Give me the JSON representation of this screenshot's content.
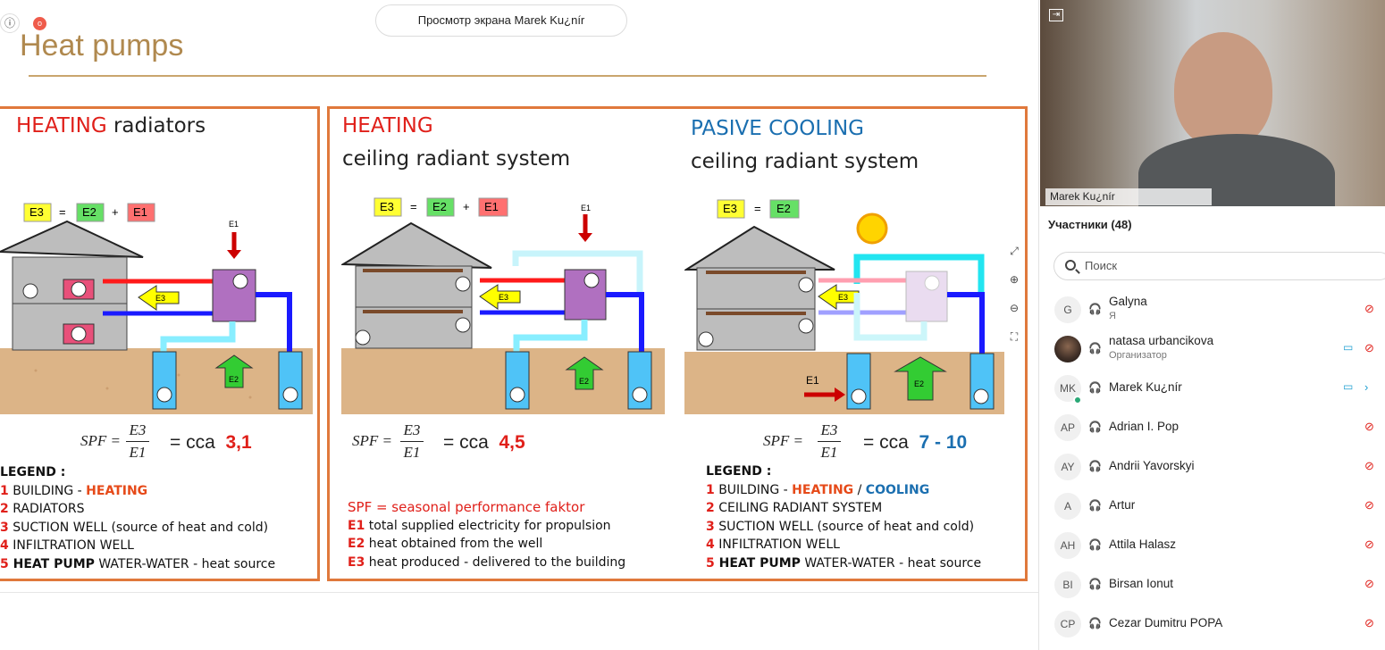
{
  "window": {
    "share_banner": "Просмотр экрана Marek Ku¿nír",
    "info_icon_glyph": "ⓘ",
    "record_indicator": "o"
  },
  "slide": {
    "title": "Heat pumps",
    "panel1": {
      "heading_red": "HEATING",
      "heading_black": " radiators",
      "eq_e3": "E3",
      "eq_eq": "=",
      "eq_e2": "E2",
      "eq_plus": "+",
      "eq_e1": "E1",
      "e1_label": "E1",
      "e3_arrow": "E3",
      "e2_arrow": "E2",
      "spf_lhs": "SPF =",
      "spf_num": "E3",
      "spf_den": "E1",
      "cca": "=  cca",
      "spf_value": "3,1",
      "legend_title": "LEGEND :",
      "legend": [
        {
          "n": "1",
          "text": " BUILDING - ",
          "extra": "HEATING"
        },
        {
          "n": "2",
          "text": " RADIATORS",
          "extra": ""
        },
        {
          "n": "3",
          "text": " SUCTION WELL (source of heat and cold)",
          "extra": ""
        },
        {
          "n": "4",
          "text": " INFILTRATION WELL",
          "extra": ""
        },
        {
          "n": "5",
          "text_bold": " HEAT PUMP",
          "text": " WATER-WATER - heat source"
        }
      ]
    },
    "panel2": {
      "heating_label": "HEATING",
      "heating_sub": "ceiling radiant system",
      "cooling_label": "PASIVE COOLING",
      "cooling_sub": "ceiling radiant system",
      "eq_e3": "E3",
      "eq_eq": "=",
      "eq_e2": "E2",
      "eq_plus": "+",
      "eq_e1": "E1",
      "e1_label": "E1",
      "e3_arrow": "E3",
      "e2_arrow": "E2",
      "spf_lhs": "SPF =",
      "spf_num": "E3",
      "spf_den": "E1",
      "cca": "=  cca",
      "spf_value_heat": "4,5",
      "spf_value_cool": "7 - 10",
      "spf_def": "SPF = seasonal performance faktor",
      "defs": [
        {
          "k": "E1",
          "v": "  total supplied electricity for propulsion"
        },
        {
          "k": "E2",
          "v": "  heat obtained from the well"
        },
        {
          "k": "E3",
          "v": "  heat produced - delivered to the building"
        }
      ],
      "legend_title": "LEGEND :",
      "legend": [
        {
          "n": "1",
          "text": " BUILDING - ",
          "heat": "HEATING",
          "sep": " / ",
          "cool": "COOLING"
        },
        {
          "n": "2",
          "text": " CEILING RADIANT SYSTEM"
        },
        {
          "n": "3",
          "text": " SUCTION WELL (source of heat and cold)"
        },
        {
          "n": "4",
          "text": " INFILTRATION WELL"
        },
        {
          "n": "5",
          "text_bold": " HEAT PUMP",
          "text": " WATER-WATER - heat source"
        }
      ]
    }
  },
  "video": {
    "name_label": "Marek Ku¿nír"
  },
  "participants": {
    "title": "Участники (48)",
    "search_placeholder": "Поиск",
    "list": [
      {
        "initials": "G",
        "name": "Galyna",
        "role": "Я",
        "cam": false
      },
      {
        "initials": "",
        "name": "natasa urbancikova",
        "role": "Организатор",
        "cam": true
      },
      {
        "initials": "MK",
        "name": "Marek Ku¿nír",
        "role": "",
        "cam": true
      },
      {
        "initials": "AP",
        "name": "Adrian I. Pop",
        "role": "",
        "cam": false
      },
      {
        "initials": "AY",
        "name": "Andrii Yavorskyi",
        "role": "",
        "cam": false
      },
      {
        "initials": "A",
        "name": "Artur",
        "role": "",
        "cam": false
      },
      {
        "initials": "AH",
        "name": "Attila Halasz",
        "role": "",
        "cam": false
      },
      {
        "initials": "BI",
        "name": "Birsan Ionut",
        "role": "",
        "cam": false
      },
      {
        "initials": "CP",
        "name": "Cezar Dumitru POPA",
        "role": "",
        "cam": false
      }
    ]
  },
  "colors": {
    "accent_orange": "#e0793c",
    "title_gold": "#b0894f",
    "red": "#e0201a",
    "blue": "#1b6fb0"
  }
}
